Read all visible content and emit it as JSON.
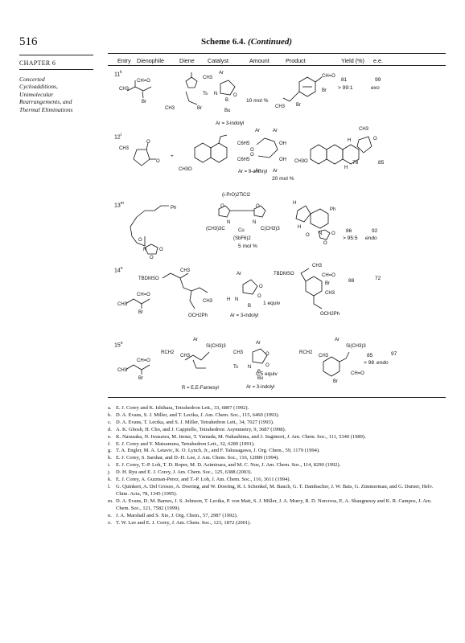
{
  "page": {
    "number": "516",
    "scheme_label": "Scheme 6.4.",
    "scheme_cont": "(Continued)",
    "chapter": "CHAPTER 6",
    "subject_lines": [
      "Concerted",
      "Cycloadditions,",
      "Unimolecular",
      "Rearrangements, and",
      "Thermal Eliminations"
    ]
  },
  "headers": [
    "Entry",
    "Dienophile",
    "Diene",
    "Catalyst",
    "Amount",
    "Product",
    "Yield (%)",
    "e.e."
  ],
  "entries": [
    {
      "num": "11",
      "sup": "k",
      "amount": "10 mol %",
      "note": "Ar = 3-indolyl",
      "yield": "81",
      "yield2": "> 99:1",
      "ee": "99",
      "ee2": "exo",
      "labels": [
        "CH=O",
        "CH3",
        "Br",
        "CH3",
        "Br",
        "CH3",
        "Ar",
        "Ts",
        "N",
        "O",
        "B",
        "Bu",
        "CH=O",
        "Br",
        "CH3",
        "Br"
      ]
    },
    {
      "num": "12",
      "sup": "l",
      "plus": "+",
      "amount": "20 mol %",
      "note": "Ar = 9-anthryl",
      "yield": "78",
      "ee": "85",
      "labels": [
        "CH3",
        "O",
        "O",
        "CH3O",
        "Ar",
        "Ar",
        "C6H5",
        "O",
        "OH",
        "C6H5",
        "O",
        "OH",
        "Ar",
        "Ar",
        "CH3",
        "O",
        "CH3O",
        "H",
        "H"
      ]
    },
    {
      "num": "13",
      "sup": "m",
      "catalyst_title": "(i-PrO)2TiCl2",
      "amount": "5 mol %",
      "yield": "86",
      "yield2": "> 95:5",
      "ee": "92",
      "ee2": "endo",
      "labels": [
        "Ph",
        "O",
        "N",
        "O",
        "O",
        "O",
        "O",
        "(CH3)3C",
        "N",
        "N",
        "C(CH3)3",
        "Cu",
        "(SbF6)2",
        "H",
        "Ph",
        "H",
        "O",
        "N",
        "O",
        "O"
      ]
    },
    {
      "num": "14",
      "sup": "n",
      "amount": "1 equiv",
      "note": "Ar = 3-indolyl",
      "yield": "88",
      "ee": "72",
      "labels": [
        "TBDMSO",
        "CH3",
        "CH=O",
        "CH3",
        "Br",
        "CH3",
        "OCH2Ph",
        "Ar",
        "H",
        "N",
        "O",
        "O",
        "B",
        "TBDMSO",
        "CH3",
        "CH=O",
        "Br",
        "CH3",
        "OCH2Ph"
      ]
    },
    {
      "num": "15",
      "sup": "o",
      "amount": "0.5 equiv",
      "note": "Ar = 3-indolyl",
      "note2": "R = E,E-Farnesyl",
      "yield": "85",
      "yield2": "> 98",
      "ee": "97",
      "ee2": "endo",
      "labels": [
        "Ar",
        "Si(CH3)3",
        "RCH2",
        "CH3",
        "CH=O",
        "CH3",
        "Br",
        "CH3",
        "Ar",
        "O",
        "Ts",
        "N",
        "O",
        "B",
        "Bu",
        "Ar",
        "Si(CH3)3",
        "RCH2",
        "CH3",
        "CH=O",
        "Br"
      ]
    }
  ],
  "references": [
    {
      "letter": "a.",
      "text": "E. J. Corey and K. Ishihara, Tetrahedron Lett., 33, 6807 (1992)."
    },
    {
      "letter": "b.",
      "text": "D. A. Evans, S. J. Miller, and T. Lectka, J. Am. Chem. Soc., 115, 6460 (1993)."
    },
    {
      "letter": "c.",
      "text": "D. A. Evans, T. Lectka, and S. J. Miller, Tetrahedron Lett., 34, 7027 (1993)."
    },
    {
      "letter": "d.",
      "text": "A. K. Ghosh, H. Cho, and J. Cappiello, Tetrahedron: Asymmetry, 9, 3687 (1998)."
    },
    {
      "letter": "e.",
      "text": "K. Narasaka, N. Iwasawa, M. Inoue, T. Yamada, M. Nakashima, and J. Sugimori, J. Am. Chem. Soc., 111, 5340 (1989)."
    },
    {
      "letter": "f.",
      "text": "E. J. Corey and Y. Matsumura, Tetrahedron Lett., 32, 6289 (1991)."
    },
    {
      "letter": "g.",
      "text": "T. A. Engler, M. A. Letavic, K. O. Lynch, Jr., and F. Takusagawa, J. Org. Chem., 59, 1179 (1994)."
    },
    {
      "letter": "h.",
      "text": "E. J. Corey, S. Sarshar, and D.-H. Lee, J. Am. Chem. Soc., 116, 12089 (1994)."
    },
    {
      "letter": "i.",
      "text": "E. J. Corey, T.-P. Loh, T. D. Roper, M. D. Azimioara, and M. C. Noe, J. Am. Chem. Soc., 114, 8290 (1992)."
    },
    {
      "letter": "j.",
      "text": "D. H. Ryu and E. J. Corey, J. Am. Chem. Soc., 125, 6388 (2003)."
    },
    {
      "letter": "k.",
      "text": "E. J. Corey, A. Guzman-Perez, and T.-P. Loh, J. Am. Chem. Soc., 116, 3611 (1994)."
    },
    {
      "letter": "l.",
      "text": "G. Quinkert, A. Del Grosso, A. Doering, and W. Doering, R. I. Schenkel, M. Bauch, G. T. Dambacher, J. W. Bats, G. Zimmerman, and G. Durner, Helv. Chim. Acta, 78, 1345 (1995)."
    },
    {
      "letter": "m.",
      "text": "D. A. Evans, D. M. Barnes, J. S. Johnson, T. Lectka, P. von Matt, S. J. Miller, J. A. Murry, R. D. Norcross, E. A. Shaugnessy and K. R. Campos, J. Am. Chem. Soc., 121, 7582 (1999)."
    },
    {
      "letter": "n.",
      "text": "J. A. Marshall and S. Xie, J. Org. Chem., 57, 2987 (1992)."
    },
    {
      "letter": "o.",
      "text": "T. W. Lee and E. J. Corey, J. Am. Chem. Soc., 123, 1872 (2001)."
    }
  ]
}
